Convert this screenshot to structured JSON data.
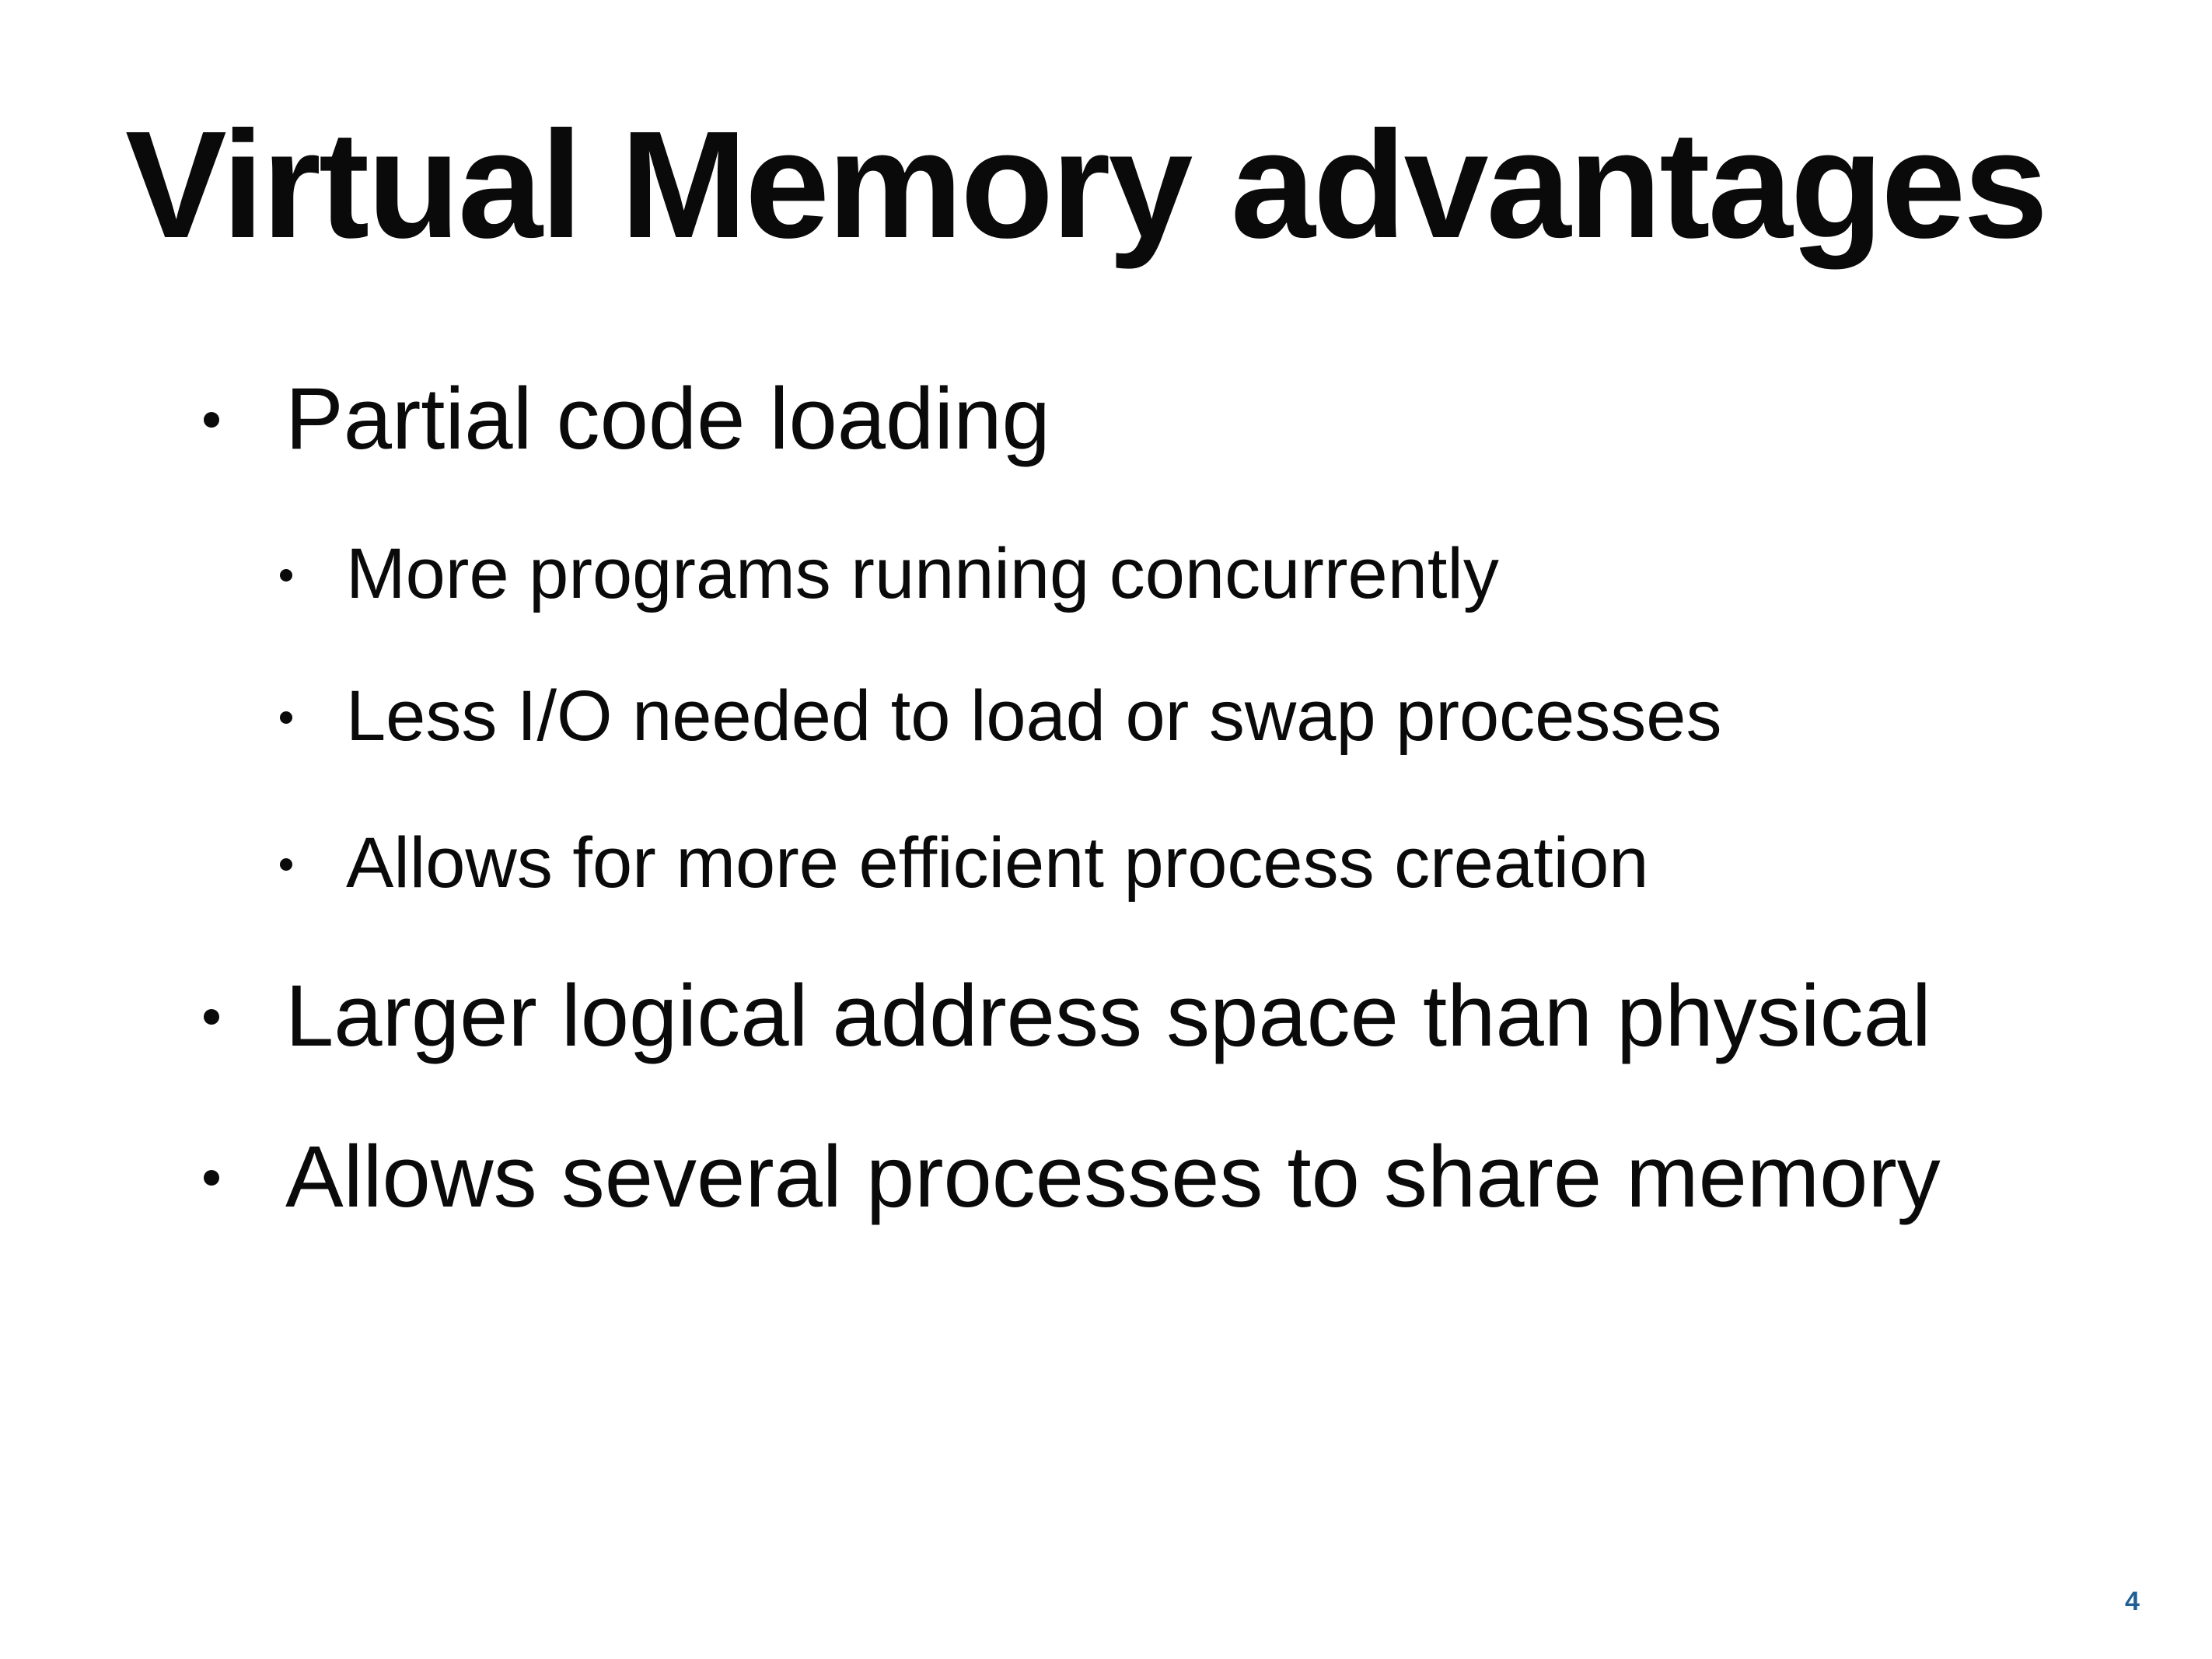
{
  "slide": {
    "title": "Virtual Memory advantages",
    "bullets": [
      {
        "text": "Partial code loading",
        "level": 1
      },
      {
        "text": "More programs running concurrently",
        "level": 2
      },
      {
        "text": "Less I/O needed to load or swap processes",
        "level": 2
      },
      {
        "text": "Allows for more efficient process creation",
        "level": 2
      },
      {
        "text": "Larger logical address space than physical",
        "level": 1
      },
      {
        "text": "Allows several processes to share memory",
        "level": 1
      }
    ],
    "page_number": "4",
    "accent_color": "#1f5f96"
  }
}
